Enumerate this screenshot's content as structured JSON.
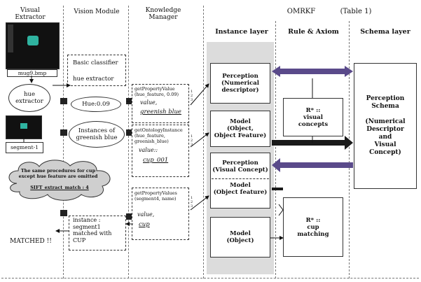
{
  "headers": {
    "visual_extractor": "Visual\nExtractor",
    "vision_module": "Vision Module",
    "knowledge_manager": "Knowledge\nManager",
    "omrkf": "OMRKF",
    "table_ref": "(Table 1)"
  },
  "columns": {
    "instance_layer": "Instance layer",
    "rule_axiom": "Rule & Axiom",
    "schema_layer": "Schema layer"
  },
  "extractor": {
    "image_caption": "mug9.bmp",
    "hue_extractor": "hue\nextractor",
    "segment_label": "segment-1",
    "cloud_text": "The same procedures for cup except hue feature are omitted",
    "cloud_sub": "SIFT_extract_match : 4",
    "matched": "MATCHED !!"
  },
  "vision": {
    "basic_classifier": "Basic classifier",
    "hue_extractor": "hue extractor",
    "hue_value": "Hue:0.09",
    "instances": "Instances of\ngreenish blue",
    "instance_matched": "instance :\nsegment1\nmatched with\nCUP"
  },
  "knowledge": {
    "q1_call": "getPropertyValue\n(hue_feature, 0.09)",
    "q1_value": "value,",
    "q1_result": "greenish blue",
    "q2_call": "getOntologyInstance\n(hue_feature,\ngreenish_blue)",
    "q2_value": "value::",
    "q2_result": "cup_001",
    "q3_call": "getPropertyValues\n(segment4, name)",
    "q3_value": "value,",
    "q3_result": "cup",
    "mini1": "1\n2\n3",
    "mini2": "1\n2\n3",
    "mini3": "1\n2\n3"
  },
  "instance_layer": {
    "perception_numerical": "Perception\n(Numerical\ndescriptor)",
    "model_object_feature": "Model\n(Object,\nObject Feature)",
    "perception_visual": "Perception\n(Visual Concept)",
    "model_object_feature2": "Model\n(Object feature)",
    "model_object": "Model\n(Object)"
  },
  "rule_axiom": {
    "visual_concepts": "R* ::\nvisual\nconcepts",
    "cup_matching": "R* ::\ncup\nmatching"
  },
  "schema": {
    "perception_schema": "Perception\nSchema\n\n(Numerical\nDescriptor\nand\nVisual\nConcept)"
  },
  "colors": {
    "dark": "#1a1a1a",
    "grey_band": "#dcdcdc",
    "purple_arrow": "#5a4a8a"
  }
}
